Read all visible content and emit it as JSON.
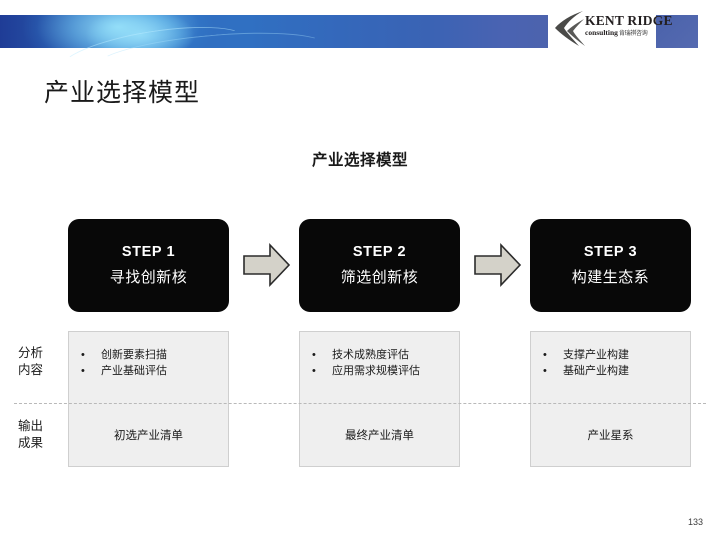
{
  "header": {
    "band_colors": {
      "dark_blue": "#1f3c96",
      "mid_blue": "#3070c2",
      "light_cyan": "#96e1fa",
      "right_blue": "#4a62ab"
    },
    "logo": {
      "name": "KENT RIDGE",
      "subtitle": "consulting",
      "subtitle_cn": "肯瑞祺咨询",
      "mark_icon": "kent-ridge-chevron-icon"
    }
  },
  "slide": {
    "page_title": "产业选择模型",
    "diagram_title": "产业选择模型",
    "page_number": "133"
  },
  "diagram": {
    "steps": [
      {
        "number": "STEP 1",
        "name": "寻找创新核"
      },
      {
        "number": "STEP 2",
        "name": "筛选创新核"
      },
      {
        "number": "STEP 3",
        "name": "构建生态系"
      }
    ],
    "arrow_icon": "right-arrow-icon",
    "rows": [
      {
        "label_line1": "分析",
        "label_line2": "内容"
      },
      {
        "label_line1": "输出",
        "label_line2": "成果"
      }
    ],
    "analysis": [
      {
        "bullets": [
          "创新要素扫描",
          "产业基础评估"
        ]
      },
      {
        "bullets": [
          "技术成熟度评估",
          "应用需求规模评估"
        ]
      },
      {
        "bullets": [
          "支撑产业构建",
          "基础产业构建"
        ]
      }
    ],
    "outputs": [
      "初选产业清单",
      "最终产业清单",
      "产业星系"
    ],
    "bullet_glyph": "•",
    "box_fill": "#efefef",
    "box_border": "#cfcfcf",
    "step_fill": "#080808",
    "arrow_fill": "#d4d2c9"
  }
}
